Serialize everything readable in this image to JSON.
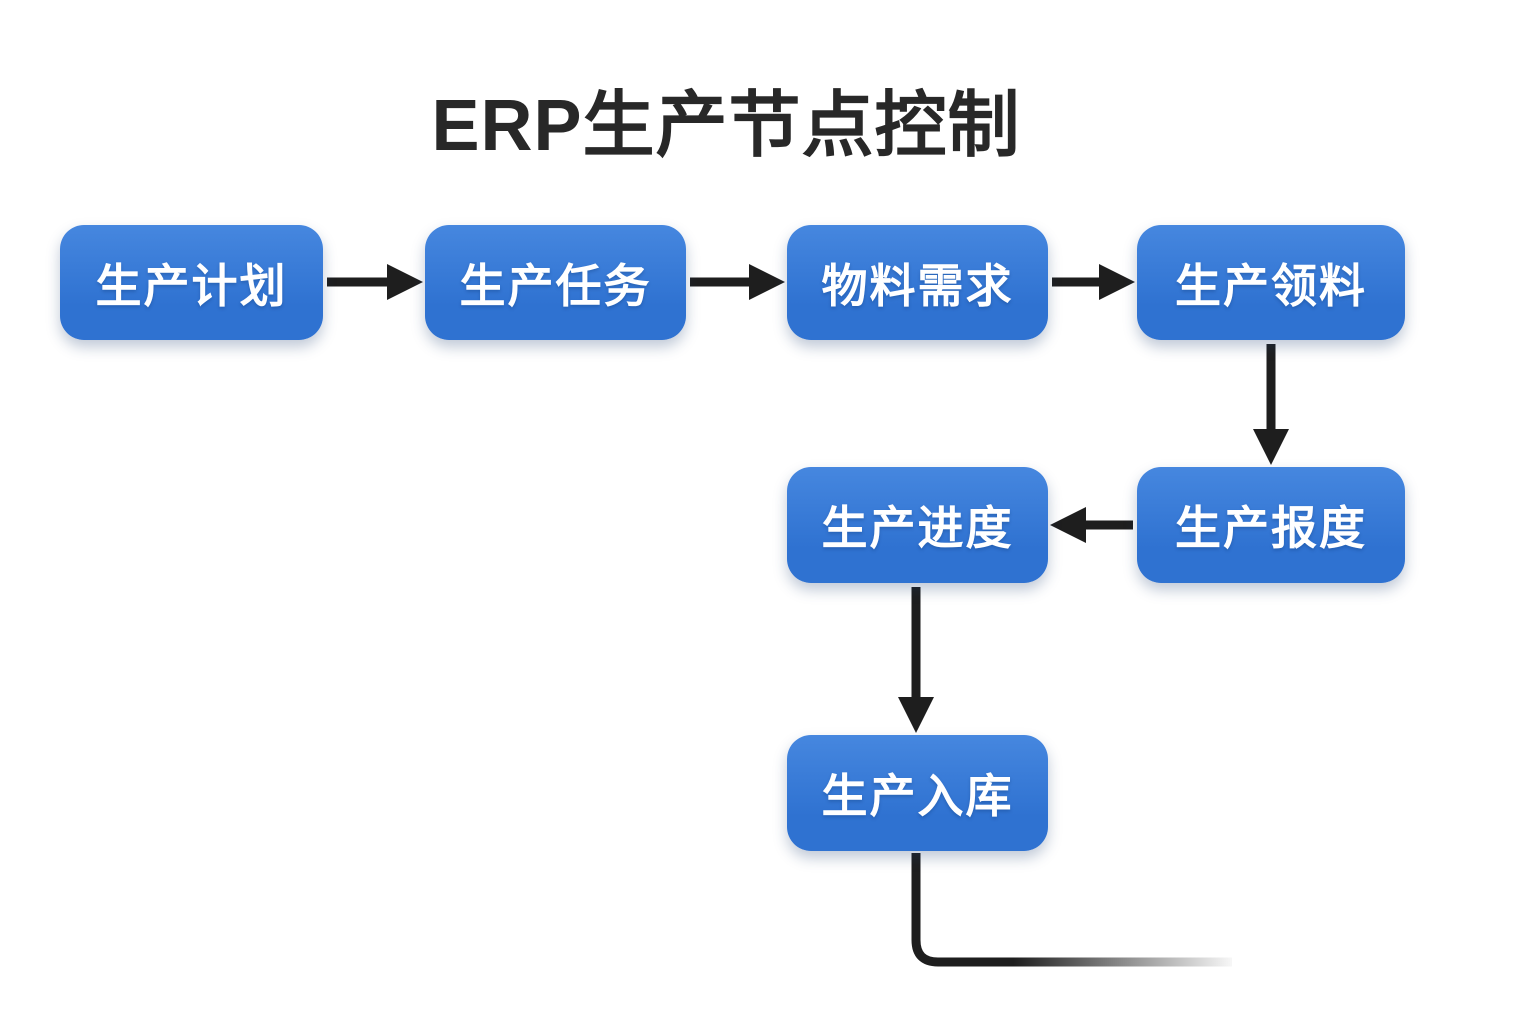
{
  "title": "ERP生产节点控制",
  "nodes": [
    {
      "id": "production-plan",
      "label": "生产计划"
    },
    {
      "id": "production-task",
      "label": "生产任务"
    },
    {
      "id": "material-demand",
      "label": "物料需求"
    },
    {
      "id": "production-picking",
      "label": "生产领料"
    },
    {
      "id": "production-progress",
      "label": "生产进度"
    },
    {
      "id": "production-reporting",
      "label": "生产报度"
    },
    {
      "id": "production-warehousing",
      "label": "生产入库"
    }
  ],
  "edges": [
    {
      "from": "生产计划",
      "to": "生产任务",
      "direction": "right"
    },
    {
      "from": "生产任务",
      "to": "物料需求",
      "direction": "right"
    },
    {
      "from": "物料需求",
      "to": "生产领料",
      "direction": "right"
    },
    {
      "from": "生产领料",
      "to": "生产报度",
      "direction": "down"
    },
    {
      "from": "生产报度",
      "to": "生产进度",
      "direction": "left"
    },
    {
      "from": "生产进度",
      "to": "生产入库",
      "direction": "down"
    },
    {
      "from": "生产入库",
      "to": "",
      "direction": "down-then-right",
      "style": "line fades out toward right edge"
    }
  ],
  "colors": {
    "background": "#ffffff",
    "node_fill_top": "#4687df",
    "node_fill_bottom": "#2f72d1",
    "node_text": "#ffffff",
    "arrow": "#1e1e1e",
    "title_color": "#282828"
  }
}
